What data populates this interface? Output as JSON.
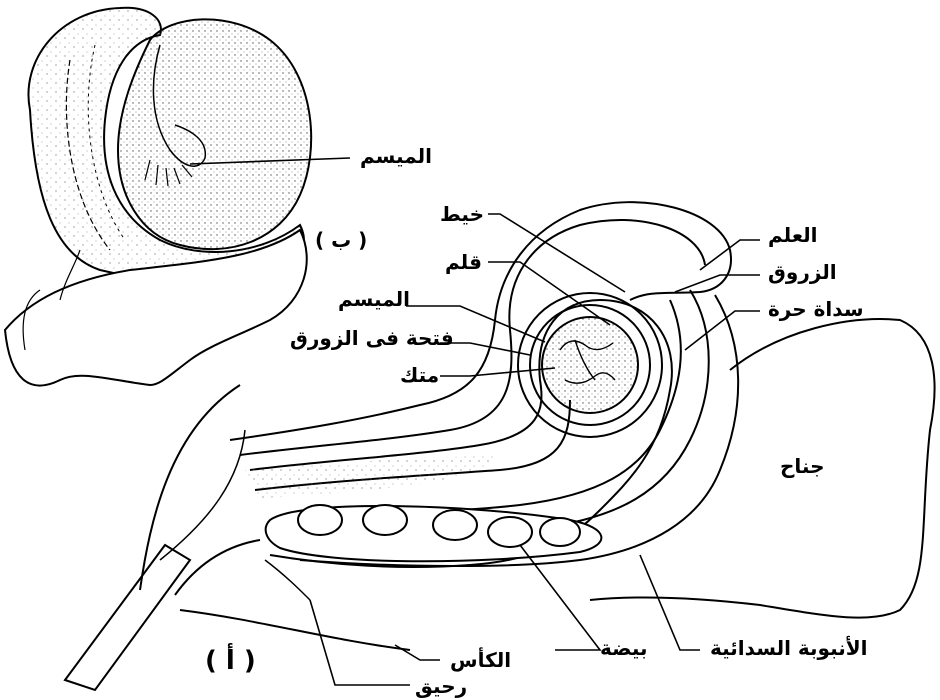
{
  "labels": {
    "stigma_b": "الميسم",
    "part_b": "( ب )",
    "thread": "خيط",
    "standard": "العلم",
    "style": "قلم",
    "keel": "الزروق",
    "stigma_a": "الميسم",
    "free_stamen": "سداة حرة",
    "keel_opening": "فتحة فى الزورق",
    "anther": "متك",
    "wing": "جناح",
    "ovule": "بيضة",
    "staminal_tube": "الأنبوبة السدائية",
    "calyx": "الكأس",
    "nectar": "رحيق",
    "part_a": "( أ )"
  },
  "colors": {
    "ink": "#000000",
    "background": "#ffffff",
    "stipple": "#555555"
  }
}
